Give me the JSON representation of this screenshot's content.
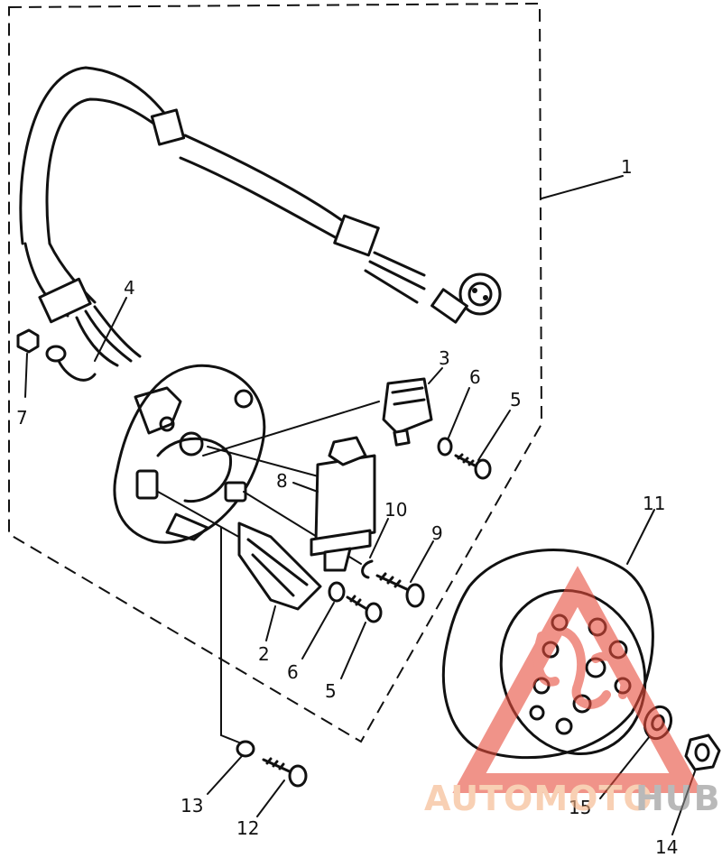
{
  "callouts": {
    "c1": "1",
    "c2": "2",
    "c3": "3",
    "c4": "4",
    "c5a": "5",
    "c5b": "5",
    "c6a": "6",
    "c6b": "6",
    "c7": "7",
    "c8": "8",
    "c9": "9",
    "c10": "10",
    "c11": "11",
    "c12": "12",
    "c13": "13",
    "c14": "14",
    "c15": "15"
  },
  "watermark": {
    "auto": "AUTOMOTO",
    "hub": "HUB",
    "auto_color": "#f4b183",
    "hub_color": "#8c8c8c",
    "triangle_color": "#e74c3c"
  }
}
